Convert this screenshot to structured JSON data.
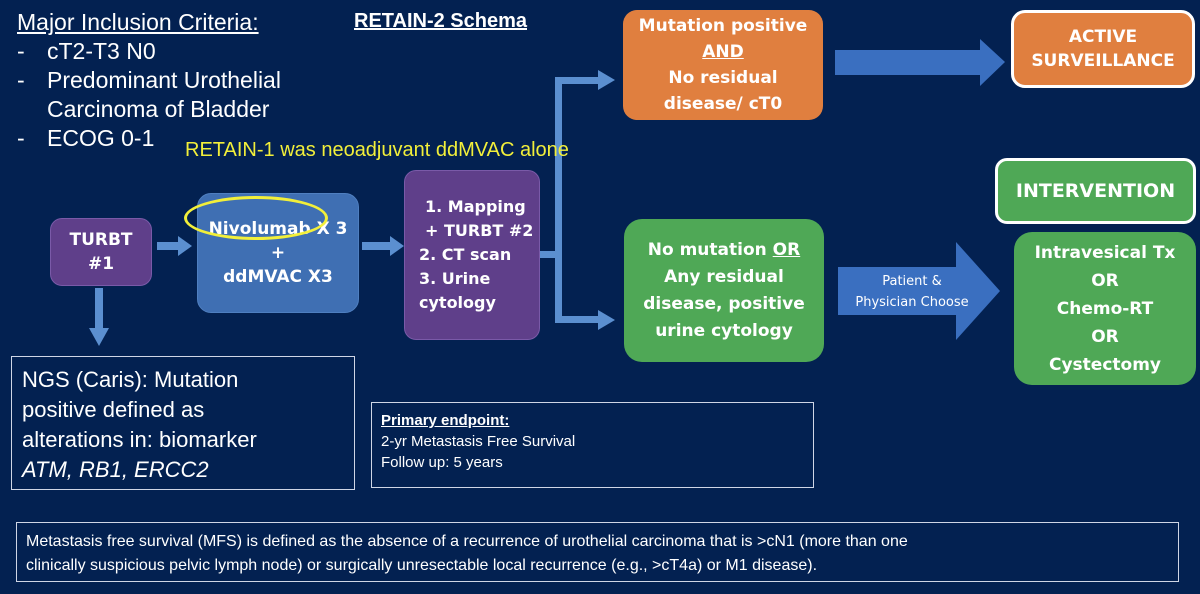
{
  "inclusion": {
    "heading": "Major Inclusion Criteria:",
    "items": [
      {
        "bullet": "-",
        "text": "cT2-T3 N0"
      },
      {
        "bullet": "-",
        "text": "Predominant Urothelial"
      },
      {
        "bullet": "",
        "text": "Carcinoma of Bladder"
      },
      {
        "bullet": "-",
        "text": "ECOG 0-1"
      }
    ]
  },
  "title": "RETAIN-2 Schema",
  "annotation": "RETAIN-1 was neoadjuvant ddMVAC alone",
  "turbt1": {
    "line1": "TURBT",
    "line2": "#1"
  },
  "treatment": {
    "line1": "Nivolumab X 3",
    "line2": "+",
    "line3": "ddMVAC X3"
  },
  "restaging": {
    "lines": [
      "1. Mapping",
      "+ TURBT #2",
      "2. CT scan",
      "3. Urine",
      "cytology"
    ]
  },
  "positive_box": {
    "line1": "Mutation positive",
    "line2": "AND",
    "line3": "No residual",
    "line4": "disease/ cT0"
  },
  "negative_box": {
    "line1_pre": "No mutation ",
    "line1_u": "OR",
    "line2": "Any residual",
    "line3": "disease, positive",
    "line4": "urine cytology"
  },
  "active_surveillance": {
    "line1": "ACTIVE",
    "line2": "SURVEILLANCE"
  },
  "intervention": {
    "label": "INTERVENTION"
  },
  "intervention_options": {
    "lines": [
      "Intravesical Tx",
      "OR",
      "Chemo-RT",
      "OR",
      "Cystectomy"
    ]
  },
  "choose_arrow": {
    "line1": "Patient &",
    "line2": "Physician Choose"
  },
  "ngs": {
    "line1": "NGS (Caris): Mutation",
    "line2": "positive defined as",
    "line3": "alterations in: biomarker",
    "genes": "ATM, RB1, ERCC2"
  },
  "endpoint": {
    "heading": "Primary endpoint:",
    "line1": "2-yr Metastasis Free Survival",
    "line2": "Follow up: 5 years"
  },
  "footnote": {
    "line1": "Metastasis free survival (MFS) is defined as the absence of a recurrence of urothelial carcinoma that is >cN1 (more than one",
    "line2": "clinically suspicious pelvic lymph node) or surgically unresectable local recurrence (e.g., >cT4a) or M1 disease)."
  },
  "colors": {
    "background": "#032151",
    "arrow_light": "#5b8fd0",
    "arrow_dark": "#3a6fc0",
    "orange": "#e07f3f",
    "green": "#4fa856",
    "purple": "#5f3f8a",
    "highlight_yellow": "#f2ef3a"
  }
}
